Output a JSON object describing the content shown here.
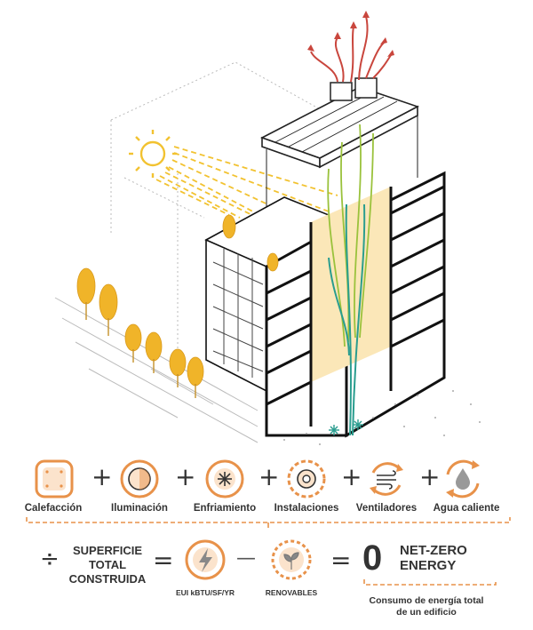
{
  "components": [
    {
      "label": "Calefacción",
      "icon": "heating-icon"
    },
    {
      "label": "Iluminación",
      "icon": "lighting-icon"
    },
    {
      "label": "Enfriamiento",
      "icon": "cooling-icon"
    },
    {
      "label": "Instalaciones",
      "icon": "installations-icon"
    },
    {
      "label": "Ventiladores",
      "icon": "fans-icon"
    },
    {
      "label": "Agua caliente",
      "icon": "hot-water-icon"
    }
  ],
  "operators": {
    "plus": "+",
    "divide": "÷",
    "equals": "=",
    "minus": "—"
  },
  "equation": {
    "superficie_line1": "SUPERFICIE",
    "superficie_line2": "TOTAL",
    "superficie_line3": "CONSTRUIDA",
    "eui_label": "EUI kBTU/SF/YR",
    "renovables_label": "RENOVABLES",
    "result_value": "0",
    "result_line1": "NET-ZERO",
    "result_line2": "ENERGY",
    "consumo_line1": "Consumo de energía total",
    "consumo_line2": "de un edificio"
  },
  "colors": {
    "accent_orange": "#e8924a",
    "sun_yellow": "#f2c230",
    "tree_yellow": "#f0b429",
    "flow_red": "#c9463d",
    "flow_green": "#9ac23c",
    "flow_teal": "#2a9d8f",
    "ink": "#333333"
  }
}
